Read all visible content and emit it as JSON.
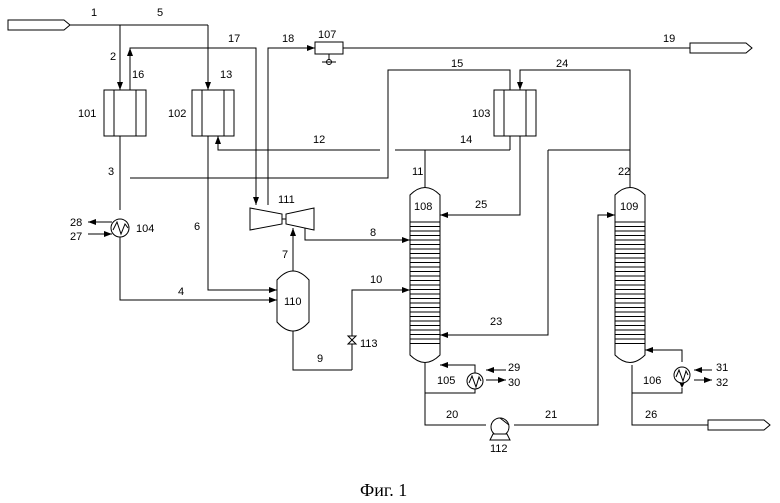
{
  "caption": "Фиг. 1",
  "equipment": {
    "e101": "101",
    "e102": "102",
    "e103": "103",
    "e104": "104",
    "e105": "105",
    "e106": "106",
    "e107": "107",
    "e108": "108",
    "e109": "109",
    "e110": "110",
    "e111": "111",
    "e112": "112",
    "e113": "113"
  },
  "streams": {
    "s1": "1",
    "s2": "2",
    "s3": "3",
    "s4": "4",
    "s5": "5",
    "s6": "6",
    "s7": "7",
    "s8": "8",
    "s9": "9",
    "s10": "10",
    "s11": "11",
    "s12": "12",
    "s13": "13",
    "s14": "14",
    "s15": "15",
    "s16": "16",
    "s17": "17",
    "s18": "18",
    "s19": "19",
    "s20": "20",
    "s21": "21",
    "s22": "22",
    "s23": "23",
    "s24": "24",
    "s25": "25",
    "s26": "26",
    "s27": "27",
    "s28": "28",
    "s29": "29",
    "s30": "30",
    "s31": "31",
    "s32": "32"
  }
}
